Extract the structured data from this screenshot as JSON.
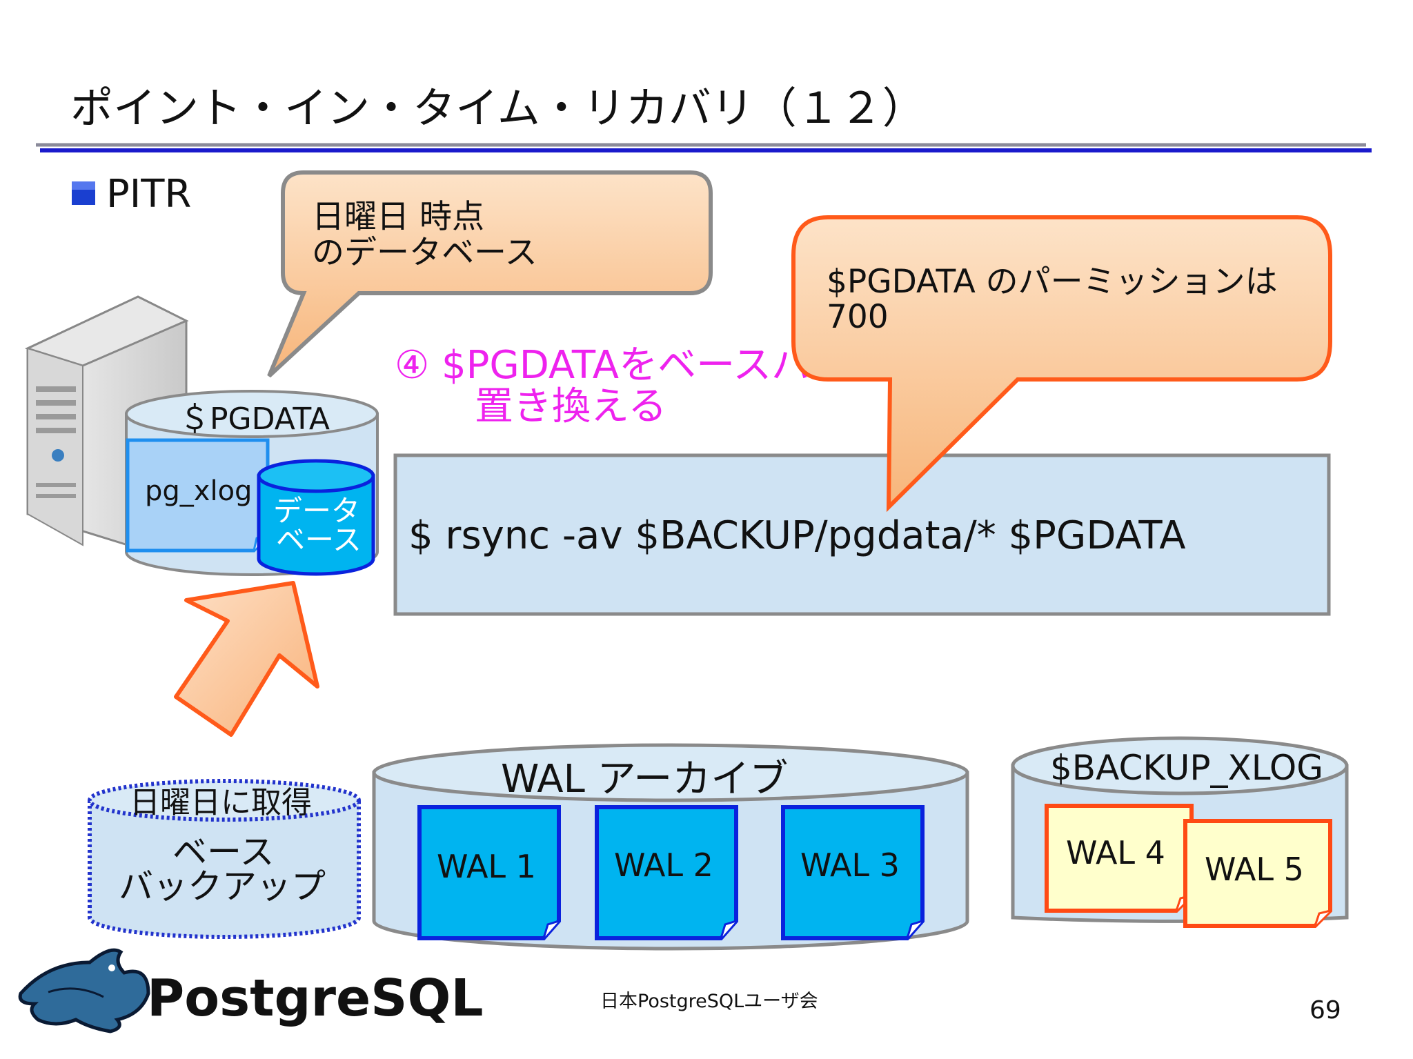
{
  "slide": {
    "title": "ポイント・イン・タイム・リカバリ（１２）",
    "bullet": "PITR",
    "footer_center": "日本PostgreSQLユーザ会",
    "page_number": "69",
    "logo_text": "PostgreSQL"
  },
  "callout_sunday": {
    "line1": "日曜日 時点",
    "line2": "のデータベース"
  },
  "callout_permission": {
    "line1": "$PGDATA のパーミッションは",
    "line2": "700"
  },
  "step": {
    "line1": "④ $PGDATAをベースバ",
    "line2": "置き換える"
  },
  "command": {
    "text": "$ rsync -av $BACKUP/pgdata/* $PGDATA"
  },
  "pgdata": {
    "label": "＄PGDATA",
    "pg_xlog": "pg_xlog",
    "db_line1": "データ",
    "db_line2": "ベース"
  },
  "base_backup": {
    "top_label": "日曜日に取得",
    "line1": "ベース",
    "line2": "バックアップ"
  },
  "wal_archive": {
    "label": "WAL アーカイブ",
    "files": [
      "WAL 1",
      "WAL 2",
      "WAL 3"
    ]
  },
  "backup_xlog": {
    "label": "$BACKUP_XLOG",
    "files": [
      "WAL 4",
      "WAL 5"
    ]
  },
  "colors": {
    "title_rule": "#1a1acc",
    "callout_fill": "#f9c998",
    "callout_border_gray": "#8a8a8a",
    "callout_border_orange": "#ff5a1a",
    "cylinder_fill": "#cfe3f3",
    "wal_blue": "#00b4f0",
    "wal_blue_border": "#0a22dd",
    "wal_yellow": "#ffffcc",
    "wal_yellow_border": "#ff4a14",
    "magenta_text": "#ee22ee",
    "arrow_fill": "#fbc59a",
    "arrow_border": "#ff5a1a"
  }
}
